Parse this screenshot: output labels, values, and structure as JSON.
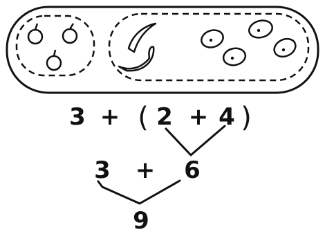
{
  "colors": {
    "ink": "#111111",
    "paper": "#ffffff"
  },
  "pictures": {
    "group_1": {
      "item": "apple-icon",
      "count": 3
    },
    "group_2": {
      "item": "banana-icon",
      "count": 2
    },
    "group_3": {
      "item": "lemon-icon",
      "count": 4
    }
  },
  "expression_1": {
    "first": "3",
    "plus_a": "+",
    "open_paren": "(",
    "second": "2",
    "plus_b": "+",
    "third": "4",
    "close_paren": ")"
  },
  "expression_2": {
    "first": "3",
    "plus": "+",
    "sum": "6"
  },
  "result": "9"
}
